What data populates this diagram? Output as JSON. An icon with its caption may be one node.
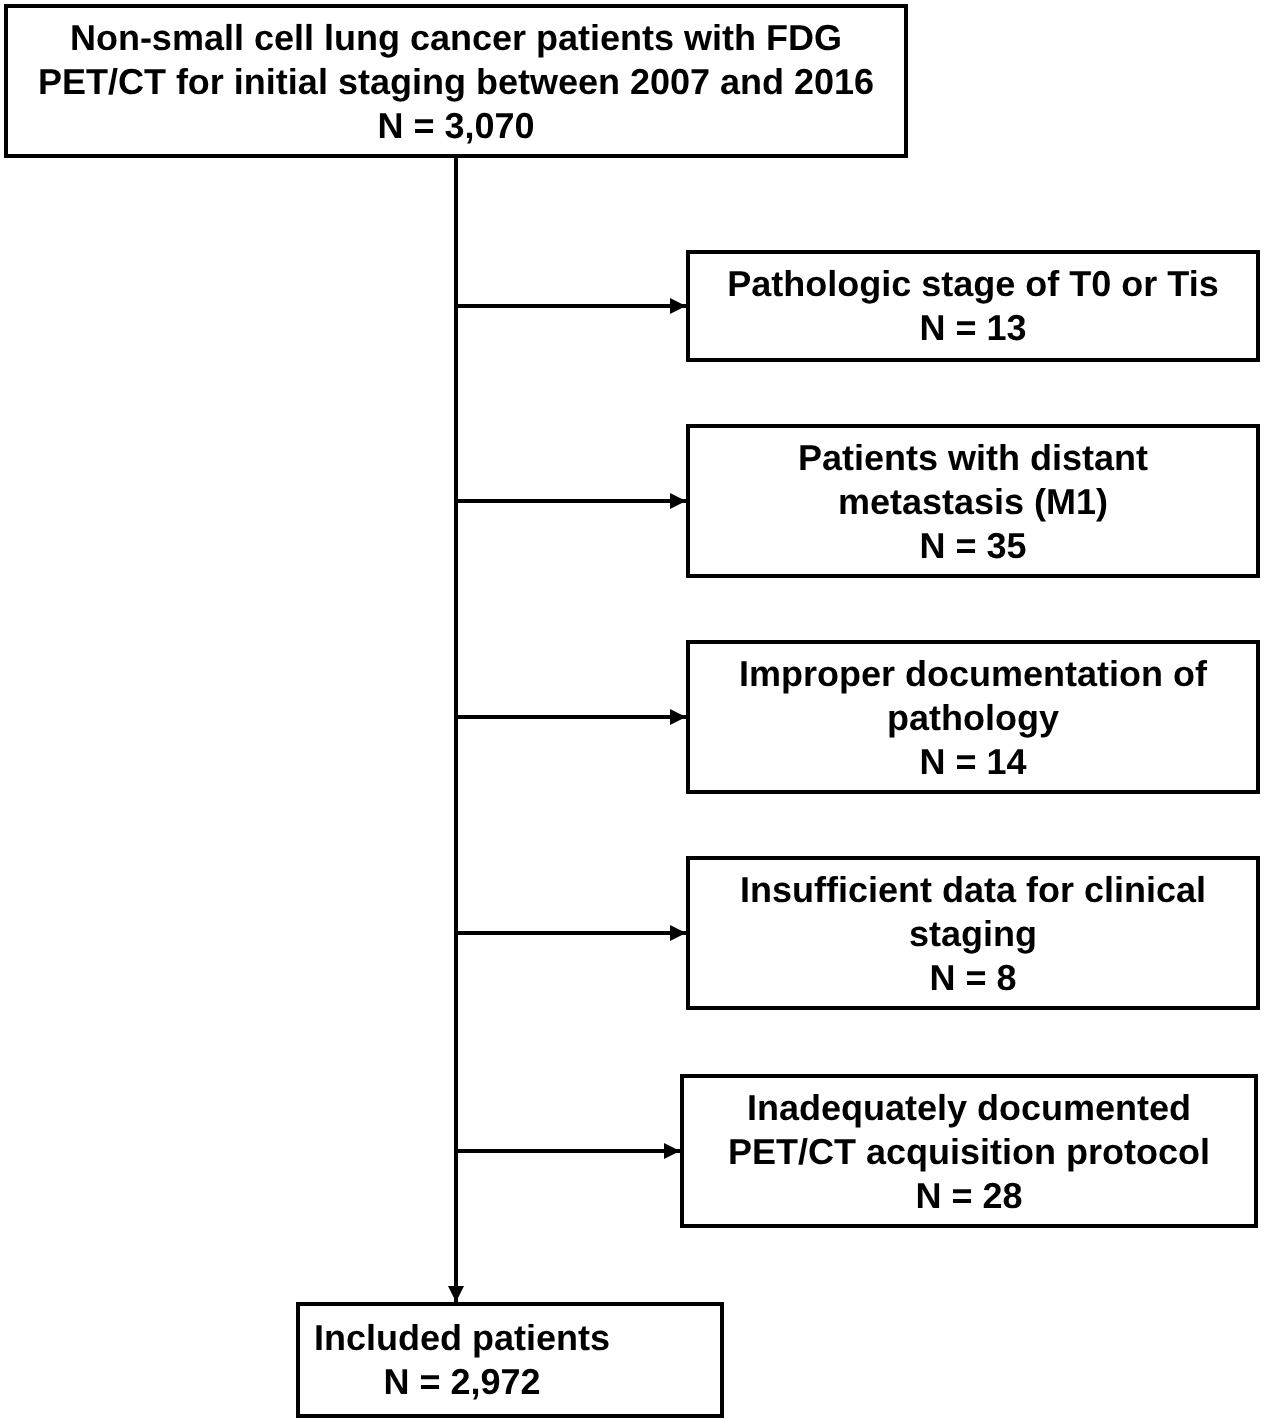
{
  "diagram": {
    "nodes": [
      {
        "text": [
          "Non-small cell lung cancer patients with FDG PET/CT for initial staging between 2007 and 2016",
          "N = 3,070"
        ]
      },
      {
        "text": [
          "Pathologic stage of T0 or Tis",
          "N = 13"
        ]
      },
      {
        "text": [
          "Patients with distant metastasis (M1)",
          "N = 35"
        ]
      },
      {
        "text": [
          "Improper documentation of pathology",
          "N = 14"
        ]
      },
      {
        "text": [
          "Insufficient data for clinical staging",
          "N = 8"
        ]
      },
      {
        "text": [
          "Inadequately documented PET/CT acquisition protocol",
          "N = 28"
        ]
      },
      {
        "text": [
          "Included patients",
          "N = 2,972"
        ]
      }
    ],
    "edges": [
      {
        "from": 0,
        "to": 1,
        "arrow": "to"
      },
      {
        "from": 0,
        "to": 2,
        "arrow": "to"
      },
      {
        "from": 0,
        "to": 3,
        "arrow": "to"
      },
      {
        "from": 0,
        "to": 4,
        "arrow": "to"
      },
      {
        "from": 0,
        "to": 5,
        "arrow": "to"
      },
      {
        "from": 0,
        "to": 6,
        "arrow": "to"
      }
    ]
  }
}
